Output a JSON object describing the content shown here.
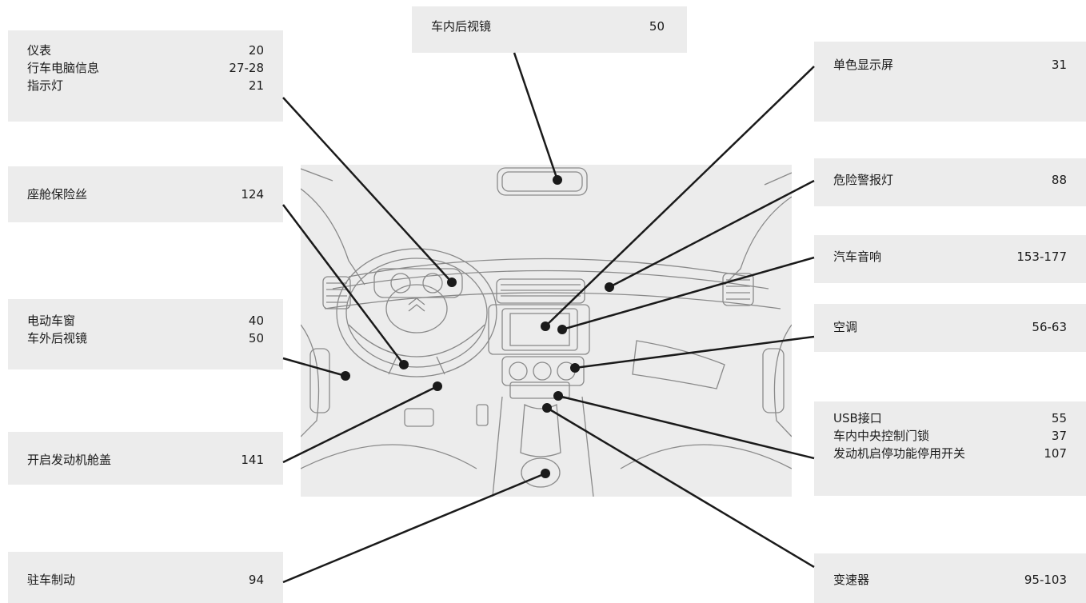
{
  "callouts": {
    "rearview_mirror": {
      "label": "车内后视镜",
      "page": "50"
    },
    "instruments": [
      {
        "label": "仪表",
        "page": "20"
      },
      {
        "label": "行车电脑信息",
        "page": "27-28"
      },
      {
        "label": "指示灯",
        "page": "21"
      }
    ],
    "fuses": {
      "label": "座舱保险丝",
      "page": "124"
    },
    "windows_mirrors": [
      {
        "label": "电动车窗",
        "page": "40"
      },
      {
        "label": "车外后视镜",
        "page": "50"
      }
    ],
    "bonnet": {
      "label": "开启发动机舱盖",
      "page": "141"
    },
    "parking_brake": {
      "label": "驻车制动",
      "page": "94"
    },
    "mono_screen": {
      "label": "单色显示屏",
      "page": "31"
    },
    "hazard": {
      "label": "危险警报灯",
      "page": "88"
    },
    "audio": {
      "label": "汽车音响",
      "page": "153-177"
    },
    "aircon": {
      "label": "空调",
      "page": "56-63"
    },
    "console": [
      {
        "label": "USB接口",
        "page": "55"
      },
      {
        "label": "车内中央控制门锁",
        "page": "37"
      },
      {
        "label": "发动机启停功能停用开关",
        "page": "107"
      }
    ],
    "gearbox": {
      "label": "变速器",
      "page": "95-103"
    }
  },
  "colors": {
    "panel": "#ececec",
    "line": "#1a1a1a",
    "sketch": "#8a8a8a"
  }
}
